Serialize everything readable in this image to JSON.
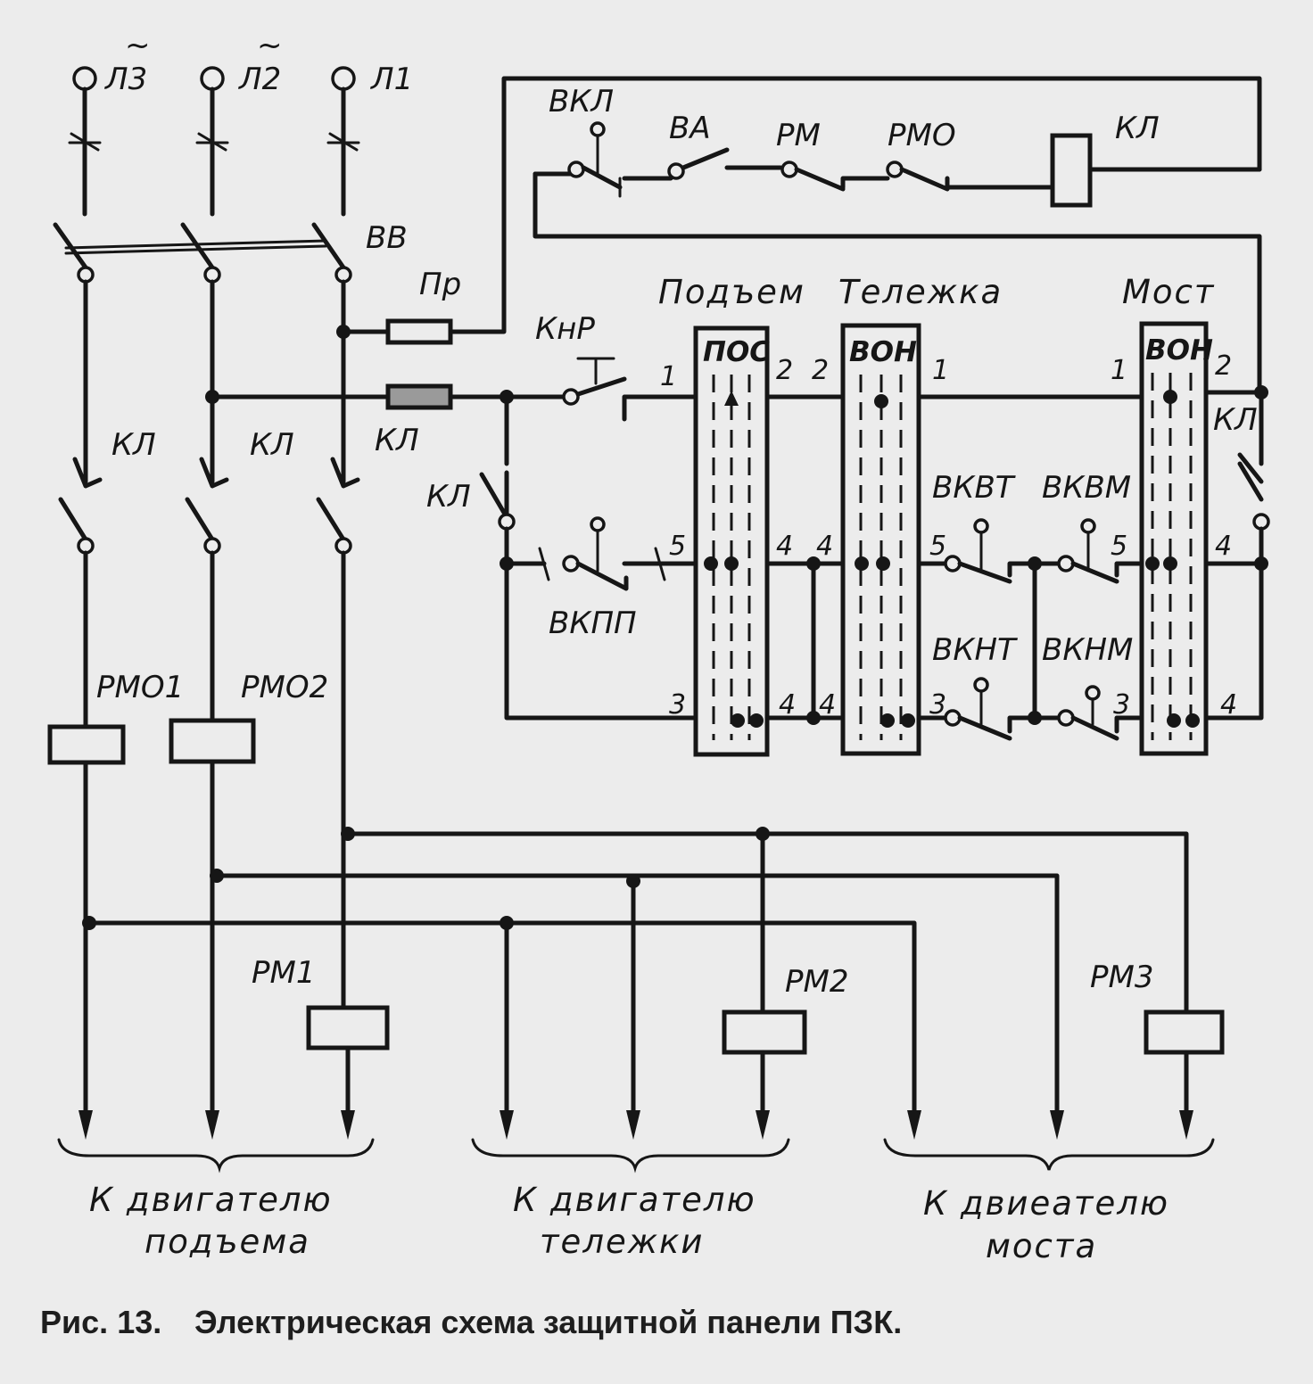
{
  "labels": {
    "line3": "Л3",
    "line2": "Л2",
    "line1": "Л1",
    "ac_mark": "~",
    "main_switch": "ВВ",
    "fuse": "Пр",
    "emergency_button": "КнР",
    "contactor": "КЛ",
    "on_button": "ВКЛ",
    "breaker": "ВА",
    "relay_rm": "РМ",
    "relay_rmo": "РМО",
    "relay_rmo1": "РМО1",
    "relay_rmo2": "РМО2",
    "relay_rm1": "РМ1",
    "relay_rm2": "РМ2",
    "relay_rm3": "РМ3",
    "limit_hoist": "ВКПП",
    "limit_trolley_fwd": "ВКВТ",
    "limit_bridge_fwd": "ВКВМ",
    "limit_trolley_back": "ВКНТ",
    "limit_bridge_back": "ВКНМ"
  },
  "controllers": [
    {
      "title": "Подъем",
      "code": "ПОС"
    },
    {
      "title": "Тележка",
      "code": "ВОН"
    },
    {
      "title": "Мост",
      "code": "ВОН"
    }
  ],
  "terminals": {
    "t1": "1",
    "t2": "2",
    "t3": "3",
    "t4": "4",
    "t5": "5"
  },
  "destinations": [
    {
      "line1": "К двигателю",
      "line2": "подъема"
    },
    {
      "line1": "К двигателю",
      "line2": "тележки"
    },
    {
      "line1": "К двиеателю",
      "line2": "моста"
    }
  ],
  "caption": {
    "prefix": "Рис.",
    "number": "13.",
    "text": "Электрическая схема защитной панели ПЗК."
  }
}
